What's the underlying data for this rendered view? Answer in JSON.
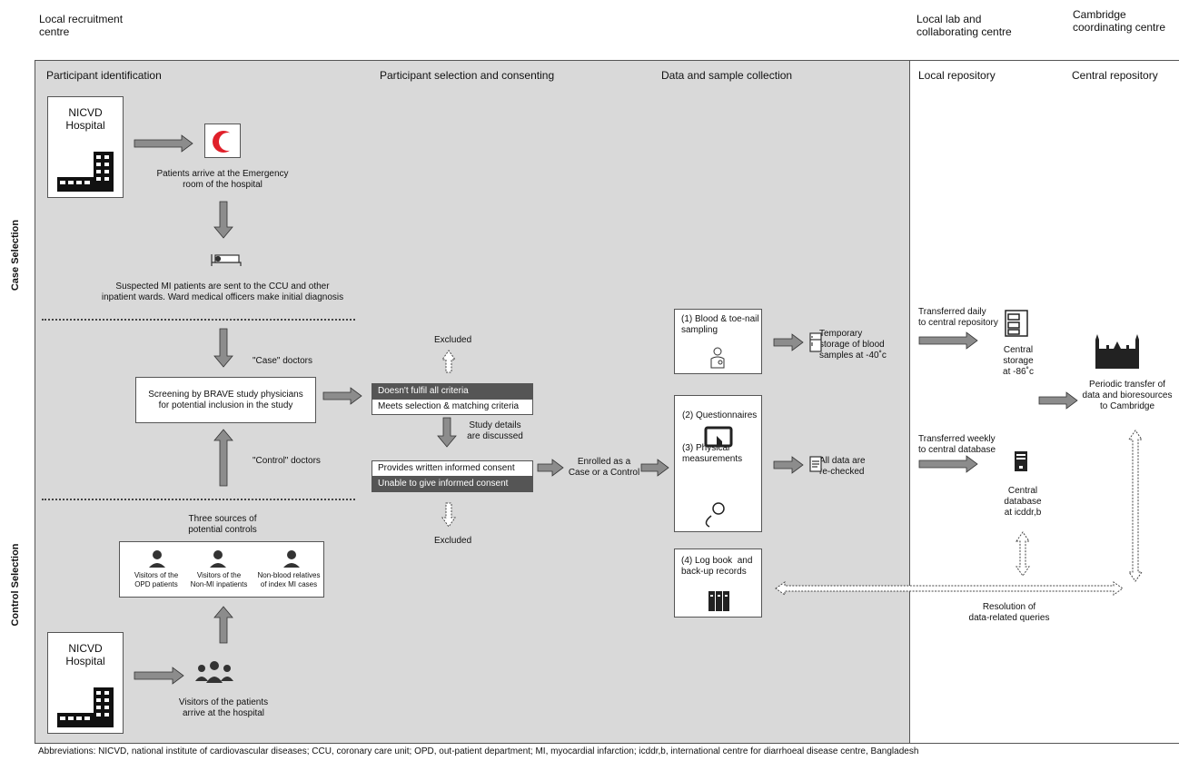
{
  "headers": {
    "local_recruitment": "Local recruitment\ncentre",
    "local_lab": "Local lab and\ncollaborating centre",
    "cambridge": "Cambridge\ncoordinating centre"
  },
  "sections": {
    "participant_identification": "Participant identification",
    "participant_selection": "Participant selection and consenting",
    "data_collection": "Data and sample collection",
    "local_repository": "Local repository",
    "central_repository": "Central repository"
  },
  "side_labels": {
    "case_selection": "Case Selection",
    "control_selection": "Control Selection"
  },
  "case": {
    "hospital_top": "NICVD\nHospital",
    "arrive": "Patients arrive at the Emergency\nroom of the hospital",
    "suspected": "Suspected MI patients are sent to the CCU and other\ninpatient wards. Ward medical officers make initial diagnosis",
    "case_doctors": "\"Case\" doctors",
    "control_doctors": "\"Control\" doctors",
    "screening": "Screening by BRAVE study physicians\nfor potential inclusion in the study"
  },
  "selection": {
    "excluded_top": "Excluded",
    "doesnt_fulfil": "Doesn't fulfil all criteria",
    "meets": "Meets selection & matching criteria",
    "study_details": "Study details\nare discussed",
    "provides": "Provides written informed consent",
    "unable": "Unable to give informed consent",
    "excluded_bottom": "Excluded",
    "enrolled": "Enrolled as a\nCase or a Control"
  },
  "control": {
    "three_sources": "Three sources of\npotential controls",
    "visitors_opd": "Visitors of the\nOPD patients",
    "visitors_nonmi": "Visitors of the\nNon-MI inpatients",
    "relatives": "Non-blood relatives\nof index MI cases",
    "hospital_bottom": "NICVD\nHospital",
    "visitors_arrive": "Visitors of the patients\narrive at the hospital"
  },
  "collection": {
    "blood": "(1) Blood & toe-nail\nsampling",
    "temp_storage": "Temporary\nstorage of blood\nsamples at -40˚c",
    "questionnaires": "(2) Questionnaires",
    "physical": "(3) Physical\nmeasurements",
    "all_data": "All data are\nre-checked",
    "logbook": "(4) Log book  and\nback-up records"
  },
  "repository": {
    "daily": "Transferred daily\nto central repository",
    "central_storage": "Central\nstorage\nat -86˚c",
    "weekly": "Transferred weekly\nto central database",
    "central_db": "Central\ndatabase\nat icddr,b",
    "resolution": "Resolution of\ndata-related queries",
    "periodic": "Periodic transfer of\ndata and bioresources\nto Cambridge"
  },
  "footer": "Abbreviations: NICVD, national institute of cardiovascular diseases; CCU, coronary care unit; OPD, out-patient department; MI, myocardial infarction; icddr,b, international centre for diarrhoeal disease centre, Bangladesh",
  "colors": {
    "panel_gray": "#d9d9d9",
    "arrow_gray": "#8c8c8c",
    "dark_row": "#555555",
    "crescent_red": "#e0202a"
  }
}
